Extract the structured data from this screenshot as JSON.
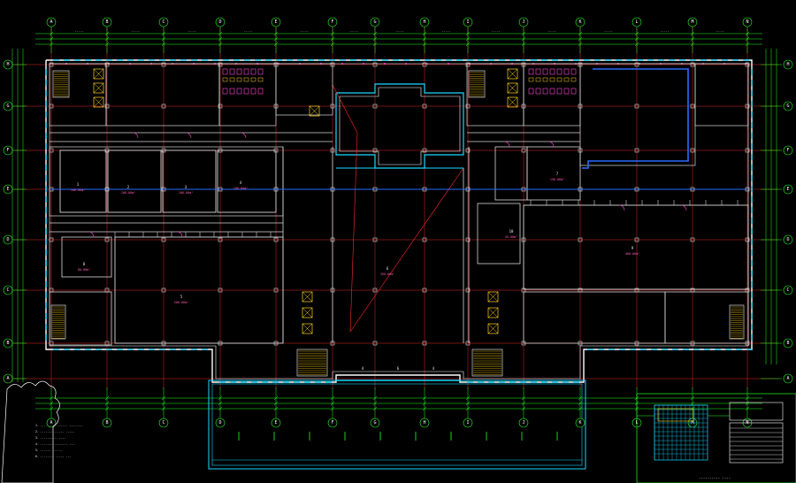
{
  "drawing": {
    "colors": {
      "background": "#000000",
      "axis": "#ff2a2a",
      "dimension": "#22ff22",
      "wall": "#ffffff",
      "inner_wall": "#d8d8d8",
      "window": "#1ad8ff",
      "door": "#ff4ad6",
      "equipment": "#ffd21a",
      "blue_line": "#2a6bff",
      "bubble": "#22ff22",
      "cloud": "#ffffff",
      "area_text": "#ff5ab4"
    },
    "top_grid_labels": [
      "A",
      "B",
      "C",
      "D",
      "E",
      "F",
      "G",
      "H",
      "I",
      "J",
      "K",
      "L",
      "M",
      "N"
    ],
    "bottom_grid_labels": [
      "A",
      "B",
      "C",
      "D",
      "E",
      "F",
      "G",
      "H",
      "I",
      "J",
      "K",
      "L",
      "M",
      "N"
    ],
    "left_grid_labels": [
      "H",
      "G",
      "F",
      "E",
      "D",
      "C",
      "B",
      "A"
    ],
    "right_grid_labels": [
      "H",
      "G",
      "F",
      "E",
      "D",
      "C",
      "B",
      "A"
    ],
    "rooms": [
      {
        "name": "1",
        "area": "100.00m²"
      },
      {
        "name": "2",
        "area": "100.00m²"
      },
      {
        "name": "3",
        "area": "100.00m²"
      },
      {
        "name": "4",
        "area": "100.00m²"
      },
      {
        "name": "5",
        "area": "200.00m²"
      },
      {
        "name": "6",
        "area": "350.00m²"
      },
      {
        "name": "7",
        "area": "150.00m²"
      },
      {
        "name": "8",
        "area": "80.00m²"
      },
      {
        "name": "9",
        "area": "400.00m²"
      },
      {
        "name": "10",
        "area": "45.00m²"
      }
    ],
    "stair_step_labels": [
      "4",
      "6",
      "4"
    ],
    "notes": [
      "1. -------- ------- --------",
      "2. ------- ------ -----",
      "3. ---------- ----",
      "4. ------- -------- ---",
      "5. ------ ------",
      "6. -------- ----- ---"
    ],
    "drawing_title": "---------- ----",
    "dimension_text": "-----"
  }
}
